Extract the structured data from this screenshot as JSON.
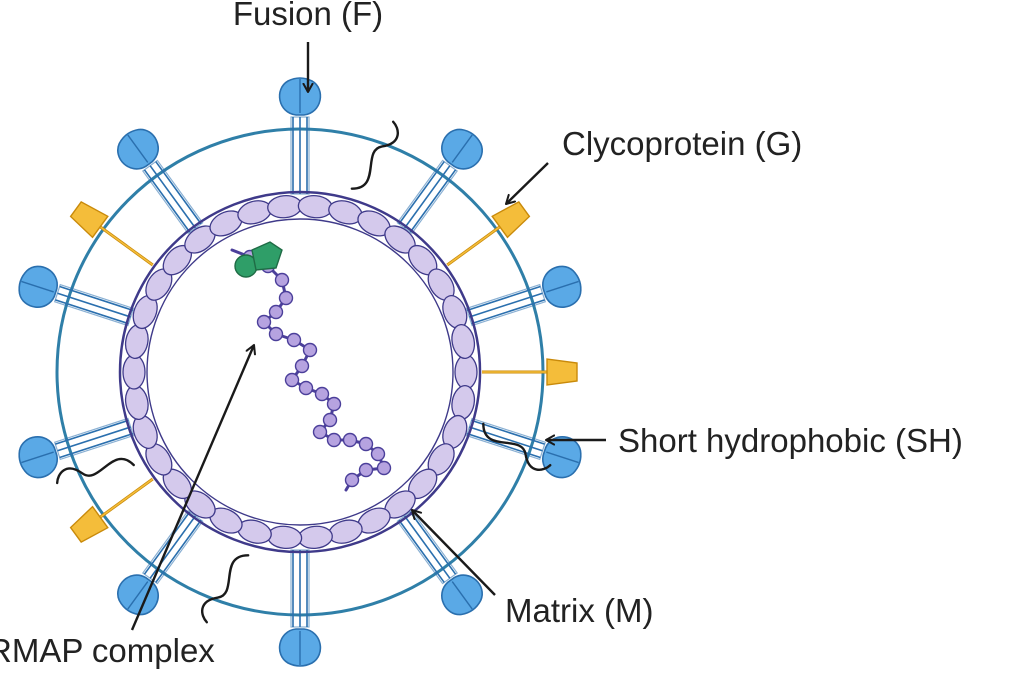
{
  "labels": {
    "fusion": "Fusion (F)",
    "glycoprotein": "Clycoprotein (G)",
    "short_hydrophobic": "Short hydrophobic (SH)",
    "matrix": "Matrix (M)",
    "rmap": "RMAP complex"
  },
  "colors": {
    "envelope": "#2f7fa8",
    "fusion_protein": "#5aa9e6",
    "fusion_stroke": "#2a6fae",
    "glycoprotein": "#f4bd3a",
    "glycoprotein_stroke": "#c98a0a",
    "matrix_fill": "#d4c9ec",
    "matrix_stroke": "#3f3a8a",
    "rna_bead": "#b6a3e0",
    "rna_stroke": "#4b3f9a",
    "polymerase": "#2f9e68",
    "sh_protein": "#1a1a1a",
    "arrow": "#1a1a1a"
  }
}
